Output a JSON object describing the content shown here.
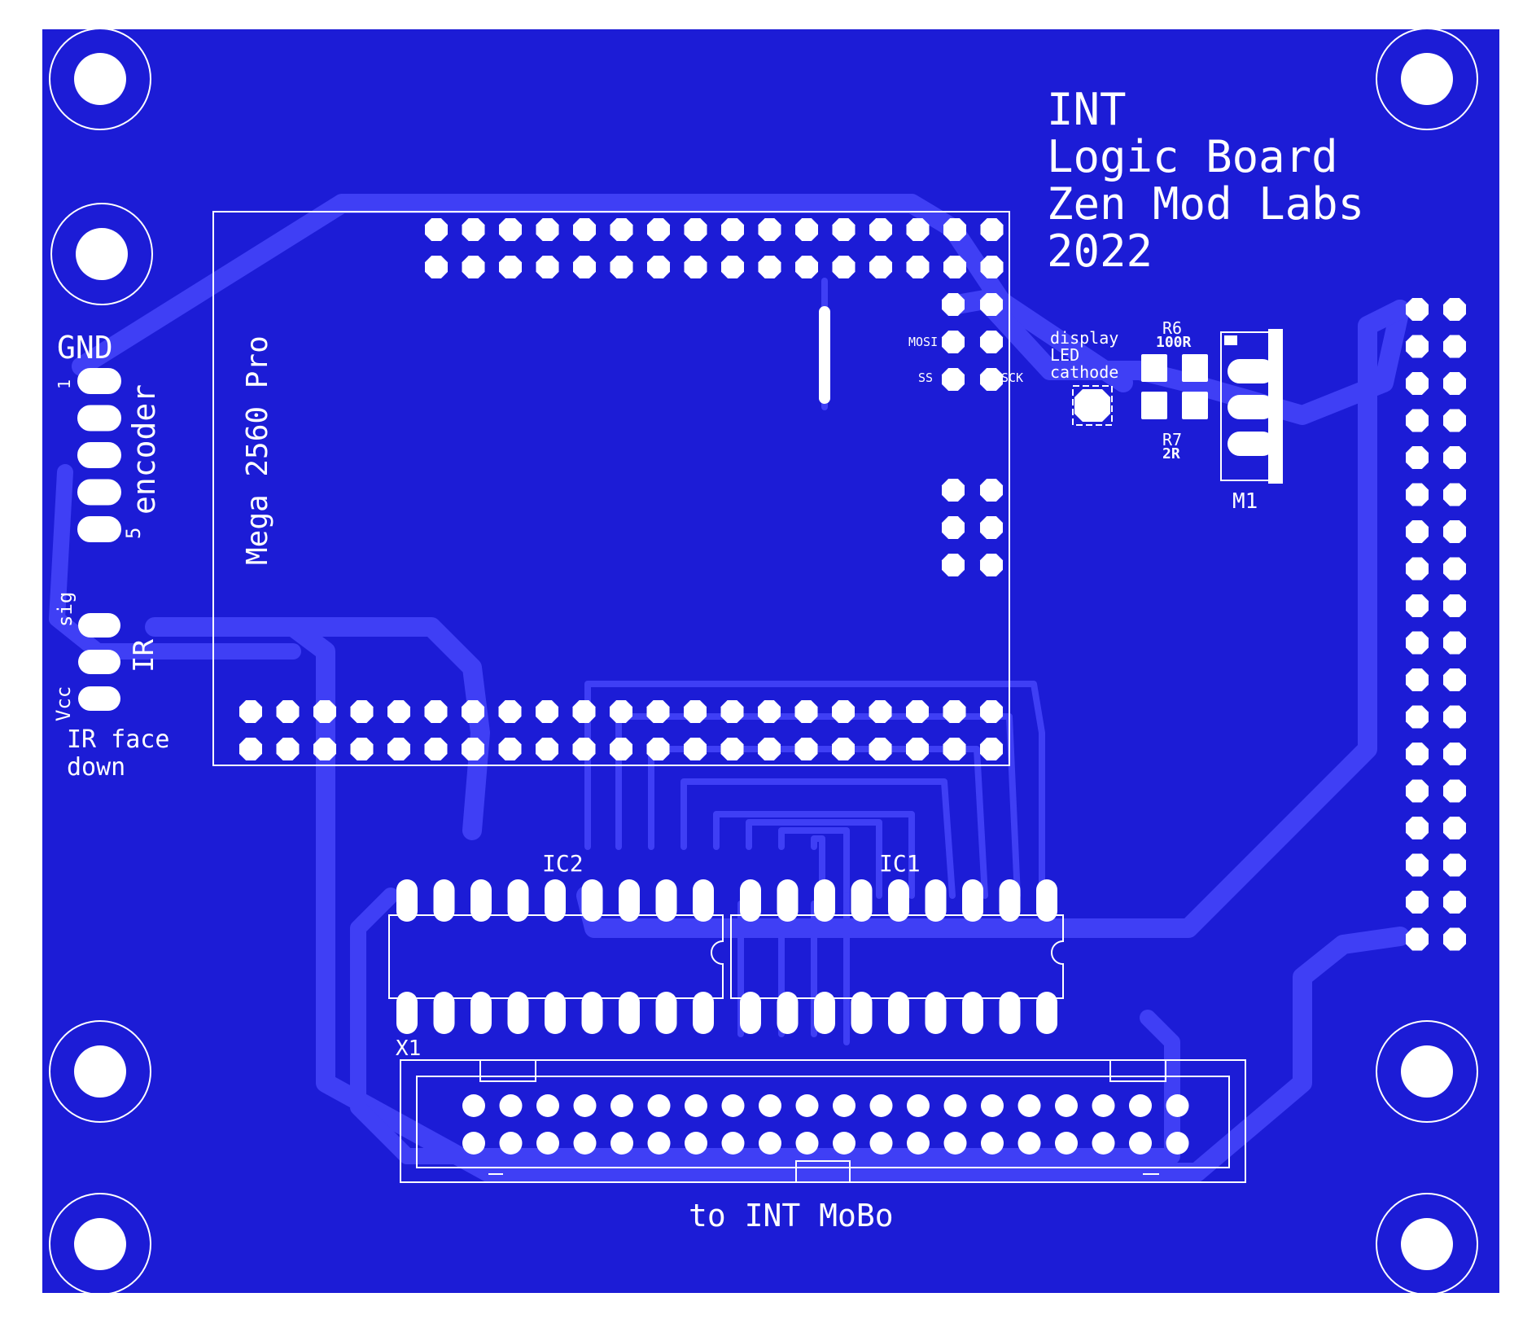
{
  "board": {
    "board_color": "#1c1cd6",
    "trace_color": "#3f3ff5",
    "silkscreen_color": "#ffffff",
    "pad_color": "#ffffff",
    "title_lines": [
      "INT",
      "Logic Board",
      "Zen Mod Labs",
      "2022"
    ],
    "arduino_label": "Mega 2560 Pro",
    "spi_labels": {
      "mosi": "MOSI",
      "ss": "SS",
      "sck": "SCK"
    },
    "encoder": {
      "gnd": "GND",
      "pin1": "1",
      "name": "encoder",
      "pin5": "5"
    },
    "ir": {
      "sig": "sig",
      "name": "IR",
      "vcc": "Vcc",
      "note_line1": "IR face",
      "note_line2": "down"
    },
    "display_note": [
      "display",
      "LED",
      "cathode"
    ],
    "r6": {
      "ref": "R6",
      "value": "100R"
    },
    "r7": {
      "ref": "R7",
      "value": "2R"
    },
    "m1_ref": "M1",
    "ic2_ref": "IC2",
    "ic1_ref": "IC1",
    "x1_ref": "X1",
    "connector_label": "to INT MoBo"
  }
}
